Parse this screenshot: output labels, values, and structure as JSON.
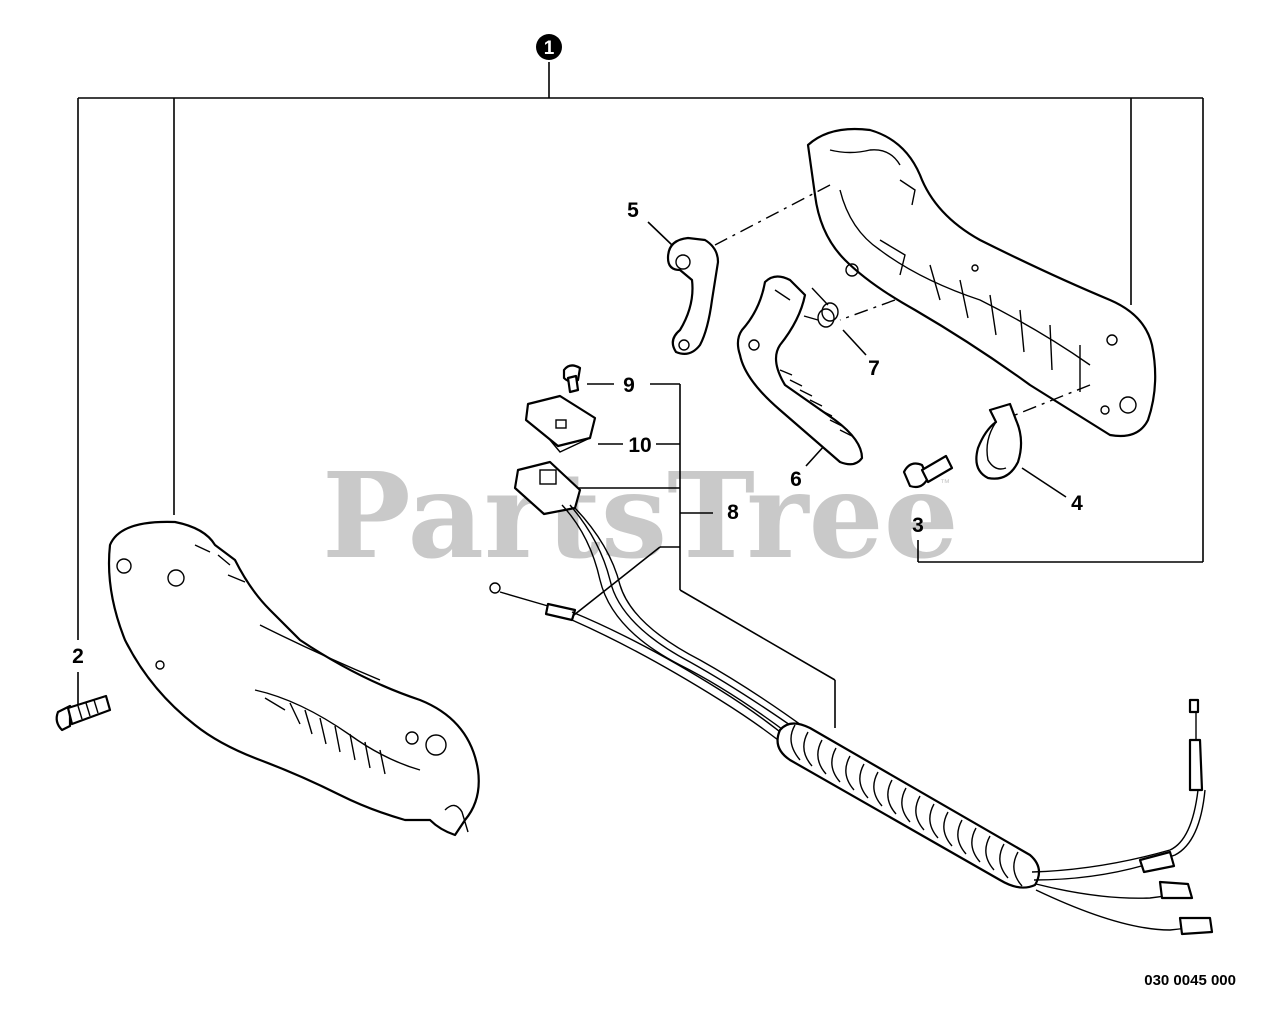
{
  "watermark": {
    "text": "PartsTree",
    "tm": "™"
  },
  "callouts": {
    "assembly": "1",
    "bolt": "2",
    "screw": "3",
    "clamp": "4",
    "lever_lock": "5",
    "throttle_trigger": "6",
    "spring": "7",
    "cable_harness": "8",
    "small_screw": "9",
    "switch_plate": "10"
  },
  "drawing_code": "030 0045 000"
}
